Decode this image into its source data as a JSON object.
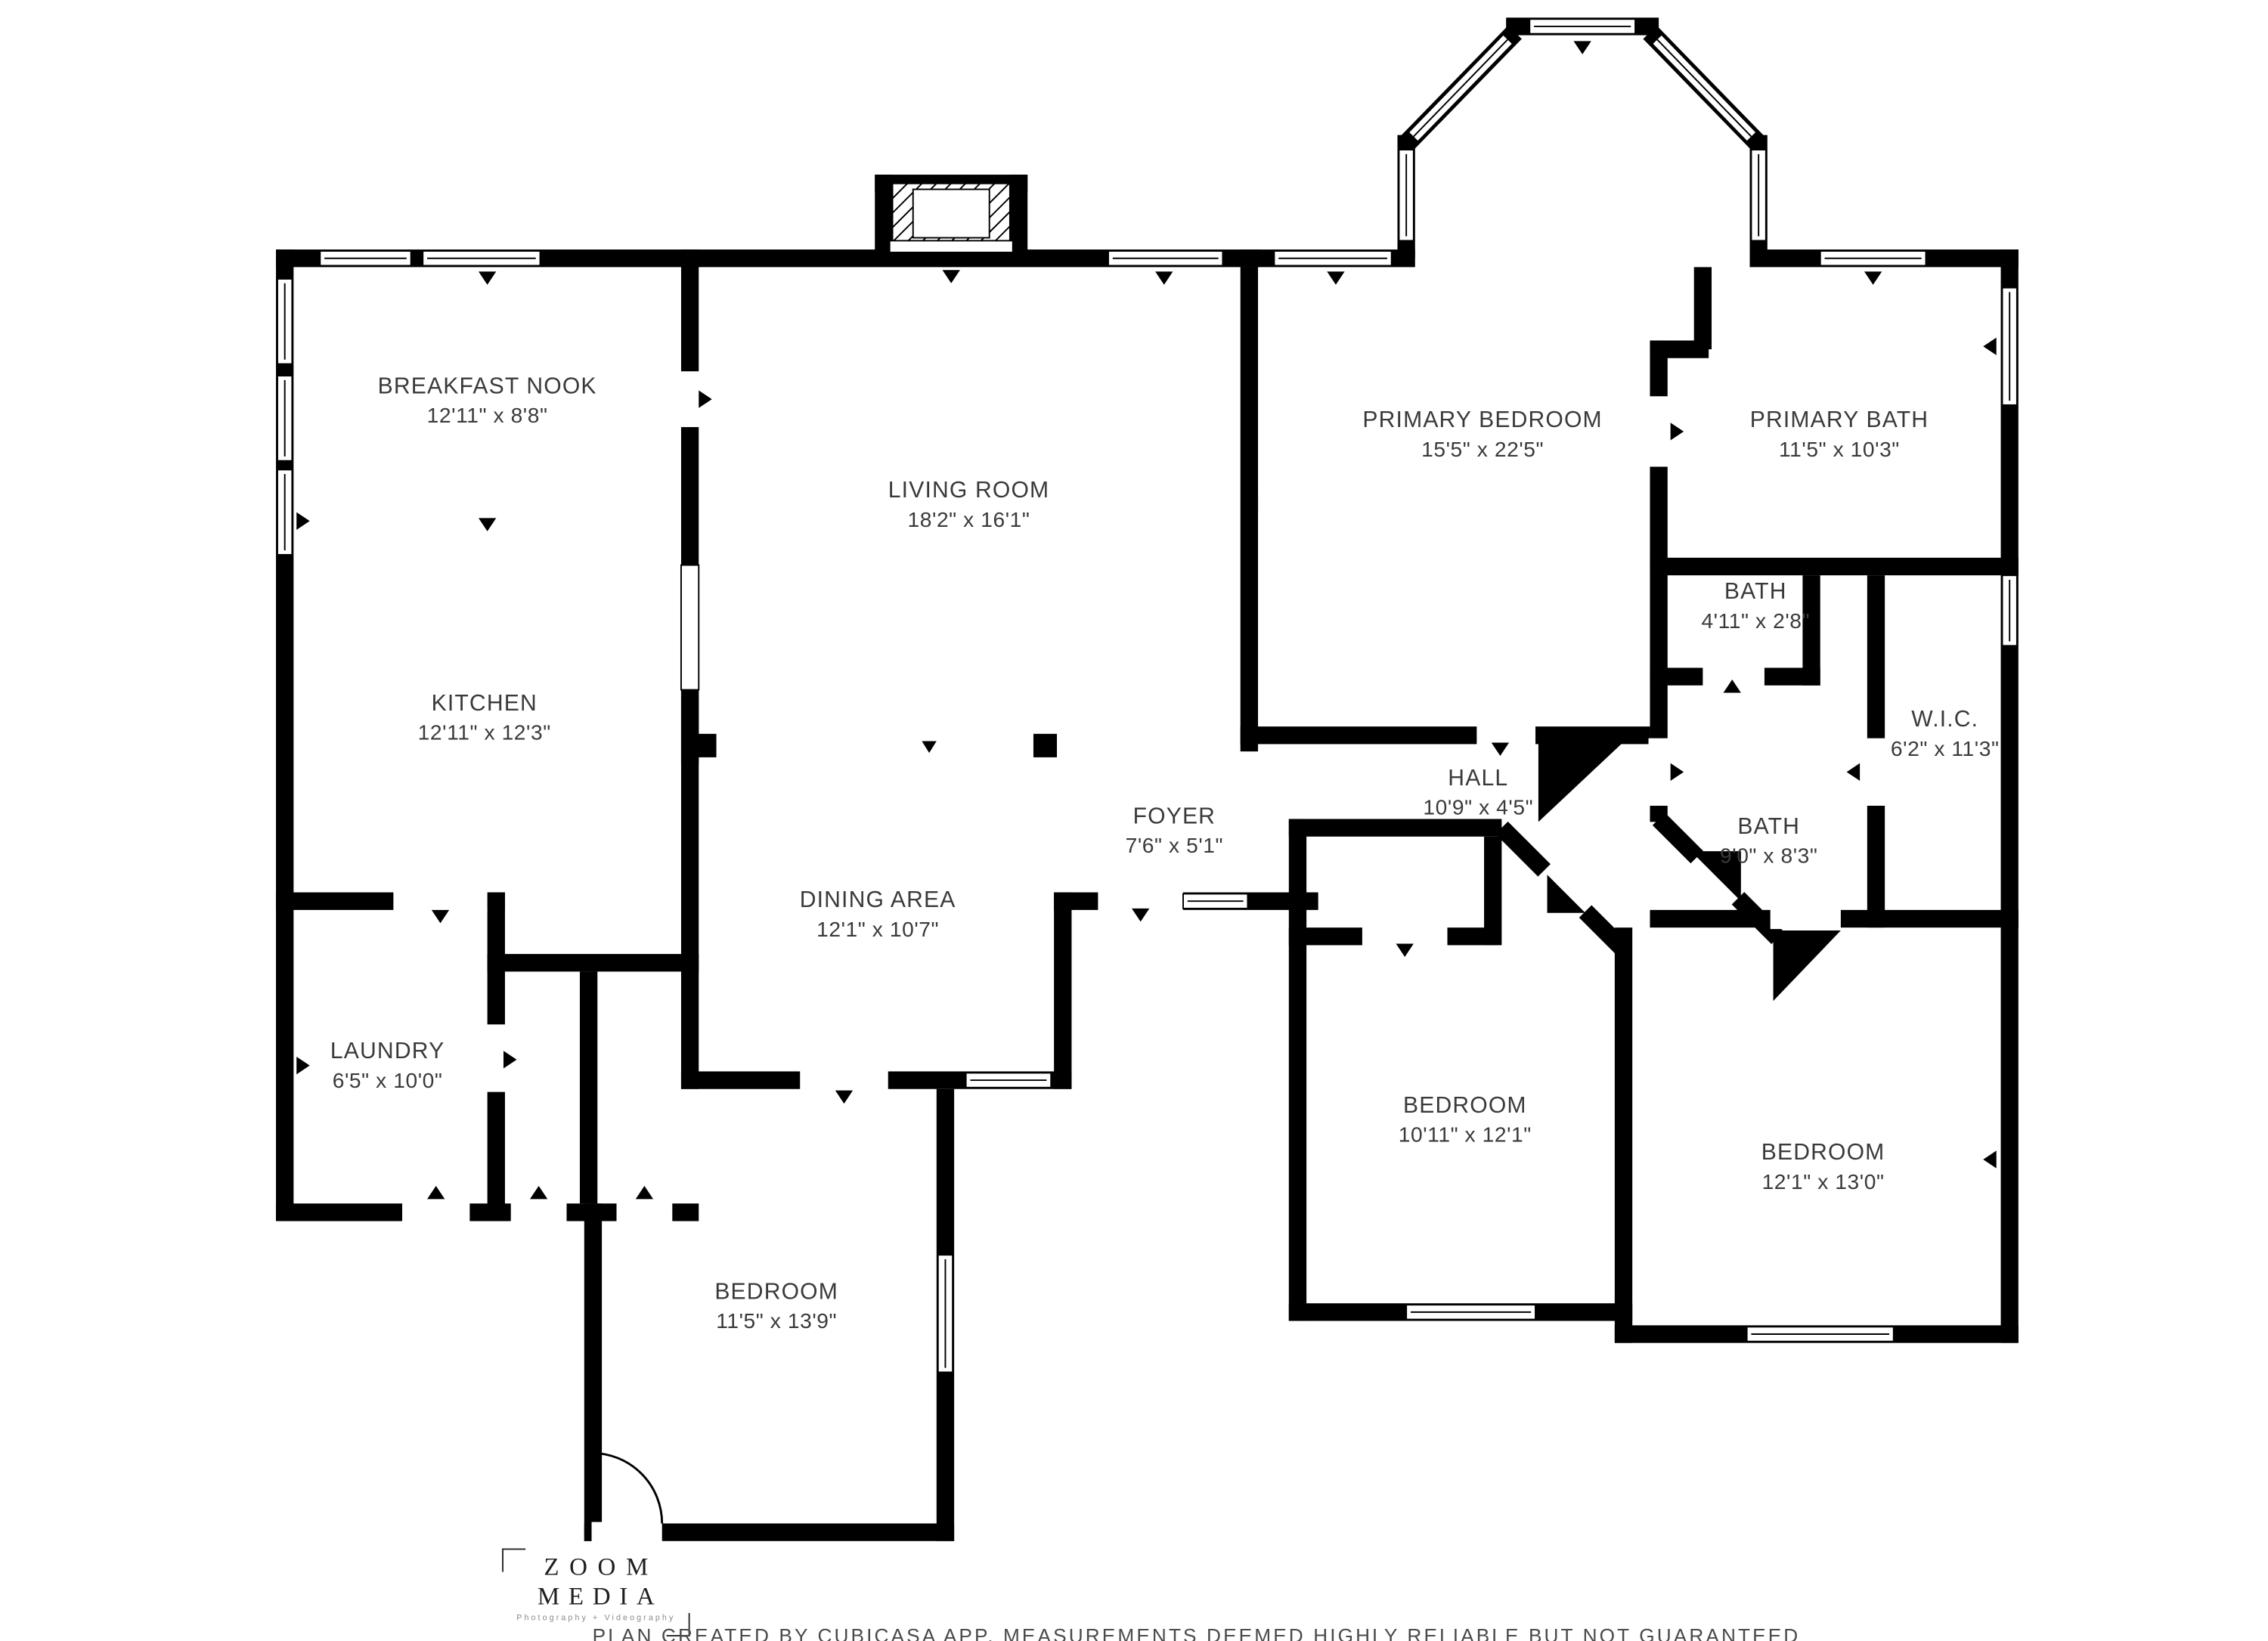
{
  "rooms": {
    "breakfast_nook": {
      "name": "BREAKFAST NOOK",
      "dims": "12'11\" x 8'8\""
    },
    "living_room": {
      "name": "LIVING ROOM",
      "dims": "18'2\" x 16'1\""
    },
    "primary_bedroom": {
      "name": "PRIMARY BEDROOM",
      "dims": "15'5\" x 22'5\""
    },
    "primary_bath": {
      "name": "PRIMARY BATH",
      "dims": "11'5\" x 10'3\""
    },
    "kitchen": {
      "name": "KITCHEN",
      "dims": "12'11\" x 12'3\""
    },
    "bath_small": {
      "name": "BATH",
      "dims": "4'11\" x 2'8\""
    },
    "wic": {
      "name": "W.I.C.",
      "dims": "6'2\" x 11'3\""
    },
    "hall": {
      "name": "HALL",
      "dims": "10'9\" x 4'5\""
    },
    "foyer": {
      "name": "FOYER",
      "dims": "7'6\" x 5'1\""
    },
    "bath": {
      "name": "BATH",
      "dims": "9'0\" x 8'3\""
    },
    "dining_area": {
      "name": "DINING AREA",
      "dims": "12'1\" x 10'7\""
    },
    "laundry": {
      "name": "LAUNDRY",
      "dims": "6'5\" x 10'0\""
    },
    "bedroom_1": {
      "name": "BEDROOM",
      "dims": "10'11\" x 12'1\""
    },
    "bedroom_2": {
      "name": "BEDROOM",
      "dims": "12'1\" x 13'0\""
    },
    "bedroom_3": {
      "name": "BEDROOM",
      "dims": "11'5\" x 13'9\""
    }
  },
  "branding": {
    "line1": "ZOOM",
    "line2": "MEDIA",
    "tagline": "Photography + Videography"
  },
  "disclaimer": "PLAN CREATED BY CUBICASA APP. MEASUREMENTS DEEMED HIGHLY RELIABLE BUT NOT GUARANTEED",
  "colors": {
    "wall": "#000000",
    "background": "#ffffff",
    "label_text": "#3a3a3a",
    "disclaimer_text": "#4a4a4a"
  }
}
